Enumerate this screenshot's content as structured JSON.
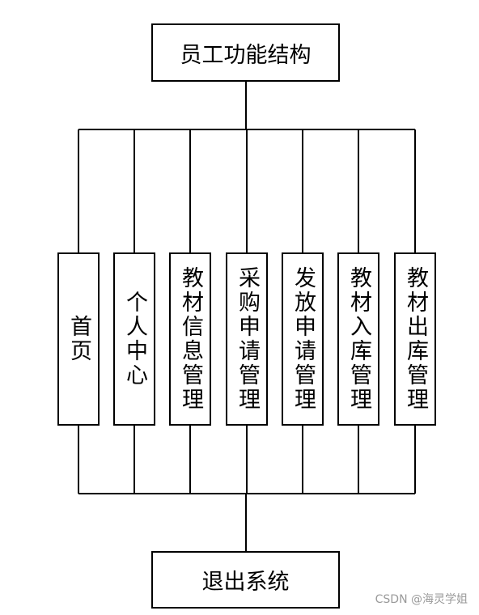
{
  "diagram": {
    "top_label": "员工功能结构",
    "bottom_label": "退出系统",
    "modules": [
      {
        "label": "首页"
      },
      {
        "label": "个人中心"
      },
      {
        "label": "教材信息管理"
      },
      {
        "label": "采购申请管理"
      },
      {
        "label": "发放申请管理"
      },
      {
        "label": "教材入库管理"
      },
      {
        "label": "教材出库管理"
      }
    ]
  },
  "watermark": "CSDN @海灵学姐"
}
